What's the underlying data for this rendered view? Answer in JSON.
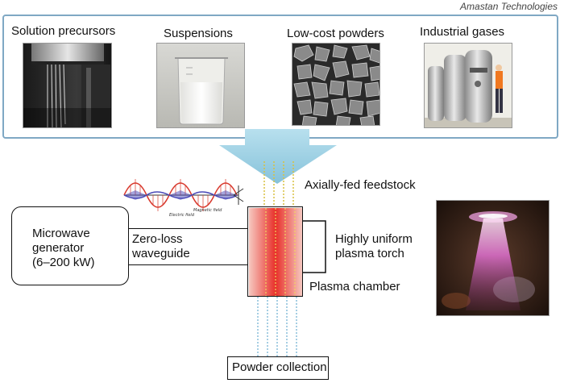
{
  "credit": "Amastan Technologies",
  "feedstocks": [
    {
      "label": "Solution precursors",
      "icon": "solution-precursors-photo"
    },
    {
      "label": "Suspensions",
      "icon": "suspension-beaker-photo"
    },
    {
      "label": "Low-cost powders",
      "icon": "powder-particles-photo"
    },
    {
      "label": "Industrial gases",
      "icon": "gas-tanks-photo"
    }
  ],
  "labels": {
    "axial_feed": "Axially-fed feedstock",
    "generator_line1": "Microwave",
    "generator_line2": "generator",
    "generator_line3": "(6–200 kW)",
    "waveguide_line1": "Zero-loss",
    "waveguide_line2": "waveguide",
    "torch_line1": "Highly uniform",
    "torch_line2": "plasma torch",
    "chamber": "Plasma chamber",
    "collection": "Powder collection",
    "electric_field": "Electric field",
    "magnetic_field": "Magnetic field"
  },
  "colors": {
    "panel_border": "#7fa8c4",
    "arrow": "#a8d4e6",
    "plasma": "#e8302a",
    "wave_red": "#d8382c",
    "wave_blue": "#4a4ab8"
  }
}
